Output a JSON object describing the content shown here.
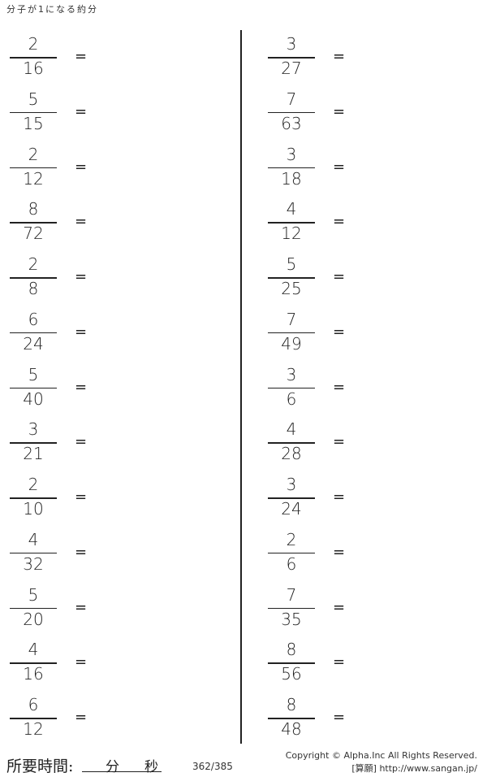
{
  "title": "分子が1になる約分",
  "left": [
    [
      "2",
      "16"
    ],
    [
      "5",
      "15"
    ],
    [
      "2",
      "12"
    ],
    [
      "8",
      "72"
    ],
    [
      "2",
      "8"
    ],
    [
      "6",
      "24"
    ],
    [
      "5",
      "40"
    ],
    [
      "3",
      "21"
    ],
    [
      "2",
      "10"
    ],
    [
      "4",
      "32"
    ],
    [
      "5",
      "20"
    ],
    [
      "4",
      "16"
    ],
    [
      "6",
      "12"
    ]
  ],
  "right": [
    [
      "3",
      "27"
    ],
    [
      "7",
      "63"
    ],
    [
      "3",
      "18"
    ],
    [
      "4",
      "12"
    ],
    [
      "5",
      "25"
    ],
    [
      "7",
      "49"
    ],
    [
      "3",
      "6"
    ],
    [
      "4",
      "28"
    ],
    [
      "3",
      "24"
    ],
    [
      "2",
      "6"
    ],
    [
      "7",
      "35"
    ],
    [
      "8",
      "56"
    ],
    [
      "8",
      "48"
    ]
  ],
  "equals": "=",
  "footer": {
    "time_label": "所要時間:",
    "minutes": "分",
    "seconds": "秒",
    "page": "362/385",
    "copyright": "Copyright ©  Alpha.Inc All Rights Reserved.",
    "site": "[算願] http://www.sangan.jp/"
  }
}
